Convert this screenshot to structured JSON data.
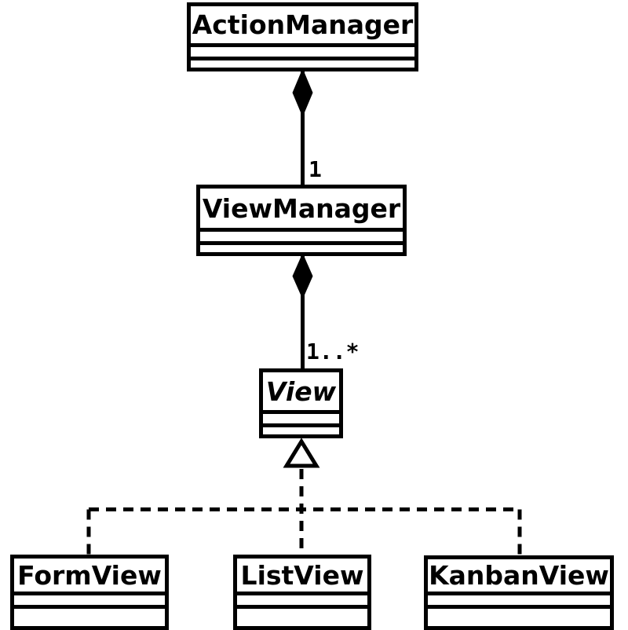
{
  "diagram": {
    "title": "UML class diagram",
    "background_color": "#ffffff",
    "line_color": "#000000",
    "box_fill_color": "#ffffff"
  },
  "classes": [
    {
      "name": "ActionManager",
      "abstract": false
    },
    {
      "name": "ViewManager",
      "abstract": false
    },
    {
      "name": "View",
      "abstract": true
    },
    {
      "name": "FormView",
      "abstract": false
    },
    {
      "name": "ListView",
      "abstract": false
    },
    {
      "name": "KanbanView",
      "abstract": false
    }
  ],
  "relationships": [
    {
      "from": "ActionManager",
      "to": "ViewManager",
      "type": "composition",
      "multiplicity": "1"
    },
    {
      "from": "ViewManager",
      "to": "View",
      "type": "composition",
      "multiplicity": "1..*"
    },
    {
      "from": "FormView",
      "to": "View",
      "type": "inheritance",
      "line_style": "dashed"
    },
    {
      "from": "ListView",
      "to": "View",
      "type": "inheritance",
      "line_style": "dashed"
    },
    {
      "from": "KanbanView",
      "to": "View",
      "type": "inheritance",
      "line_style": "dashed"
    }
  ]
}
